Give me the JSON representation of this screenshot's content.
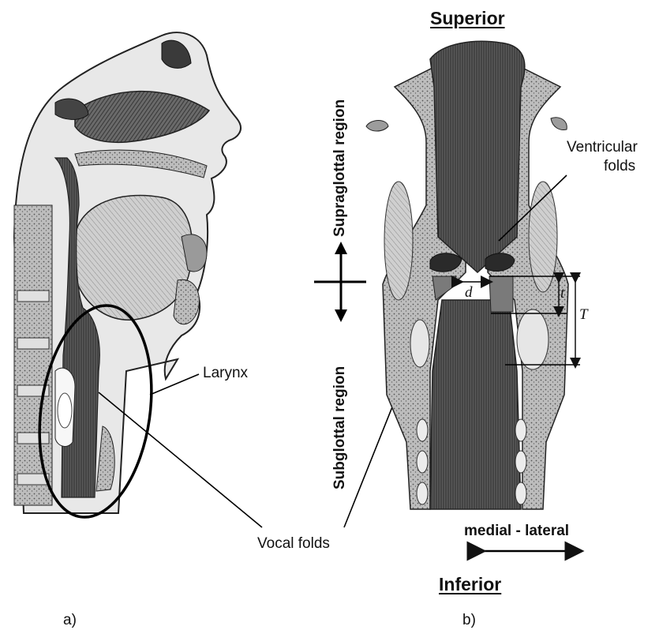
{
  "panel_a": {
    "caption": "a)",
    "larynx_label": "Larynx",
    "vocal_folds_label": "Vocal folds"
  },
  "panel_b": {
    "caption": "b)",
    "superior_label": "Superior",
    "inferior_label": "Inferior",
    "supraglottal_label": "Supraglottal region",
    "subglottal_label": "Subglottal region",
    "ventricular_label_line1": "Ventricular",
    "ventricular_label_line2": "folds",
    "medial_lateral_label": "medial - lateral",
    "dim_d": "d",
    "dim_t": "t",
    "dim_T": "T"
  }
}
